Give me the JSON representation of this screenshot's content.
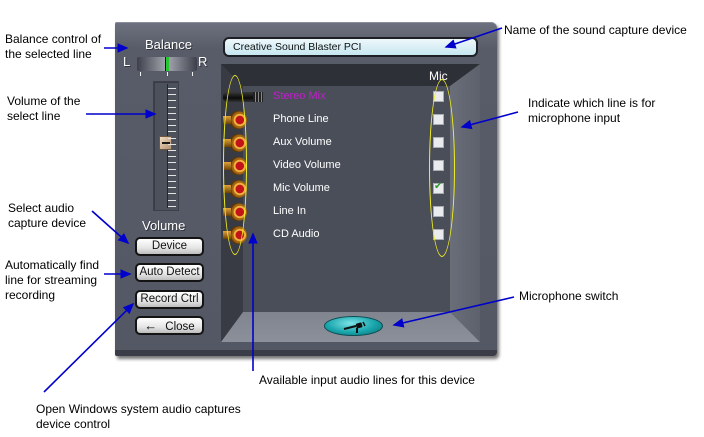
{
  "app": {
    "balance": {
      "label": "Balance",
      "left_label": "L",
      "right_label": "R",
      "value_fraction": 0.5
    },
    "volume": {
      "label": "Volume",
      "value_fraction": 0.5
    },
    "device_name": "Creative Sound Blaster PCI",
    "buttons": {
      "device": "Device",
      "auto_detect": "Auto Detect",
      "record_ctrl": "Record Ctrl",
      "close": "Close"
    },
    "mic_column_header": "Mic",
    "lines": [
      {
        "name": "Stereo Mix",
        "selected": true,
        "mic": false,
        "icon": "plug-icon"
      },
      {
        "name": "Phone Line",
        "selected": false,
        "mic": false,
        "icon": "rca-jack-icon"
      },
      {
        "name": "Aux Volume",
        "selected": false,
        "mic": false,
        "icon": "rca-jack-icon"
      },
      {
        "name": "Video Volume",
        "selected": false,
        "mic": false,
        "icon": "rca-jack-icon"
      },
      {
        "name": "Mic Volume",
        "selected": false,
        "mic": true,
        "icon": "rca-jack-icon"
      },
      {
        "name": "Line In",
        "selected": false,
        "mic": false,
        "icon": "rca-jack-icon"
      },
      {
        "name": "CD Audio",
        "selected": false,
        "mic": false,
        "icon": "rca-jack-icon"
      }
    ],
    "mic_switch_icon": "microphone-icon",
    "colors": {
      "selected_line": "#c01fc8",
      "device_box": "#c6e7f0",
      "mic_switch": "#18a4ab",
      "annotation_ellipse": "#f2ef24",
      "annotation_arrow": "#0000cc"
    }
  },
  "annotations": {
    "balance": [
      "Balance control of",
      "the selected line"
    ],
    "volume": [
      "Volume of the",
      "select line"
    ],
    "device": [
      "Select audio",
      "capture device"
    ],
    "auto_detect": [
      "Automatically find",
      "line for streaming",
      "recording"
    ],
    "record_ctrl": [
      "Open Windows system audio captures",
      "device control"
    ],
    "device_name": [
      "Name of the sound capture device"
    ],
    "mic_input": [
      "Indicate which line is for",
      "microphone input"
    ],
    "mic_switch": [
      "Microphone switch"
    ],
    "input_lines": [
      "Available input audio lines for this device"
    ]
  }
}
